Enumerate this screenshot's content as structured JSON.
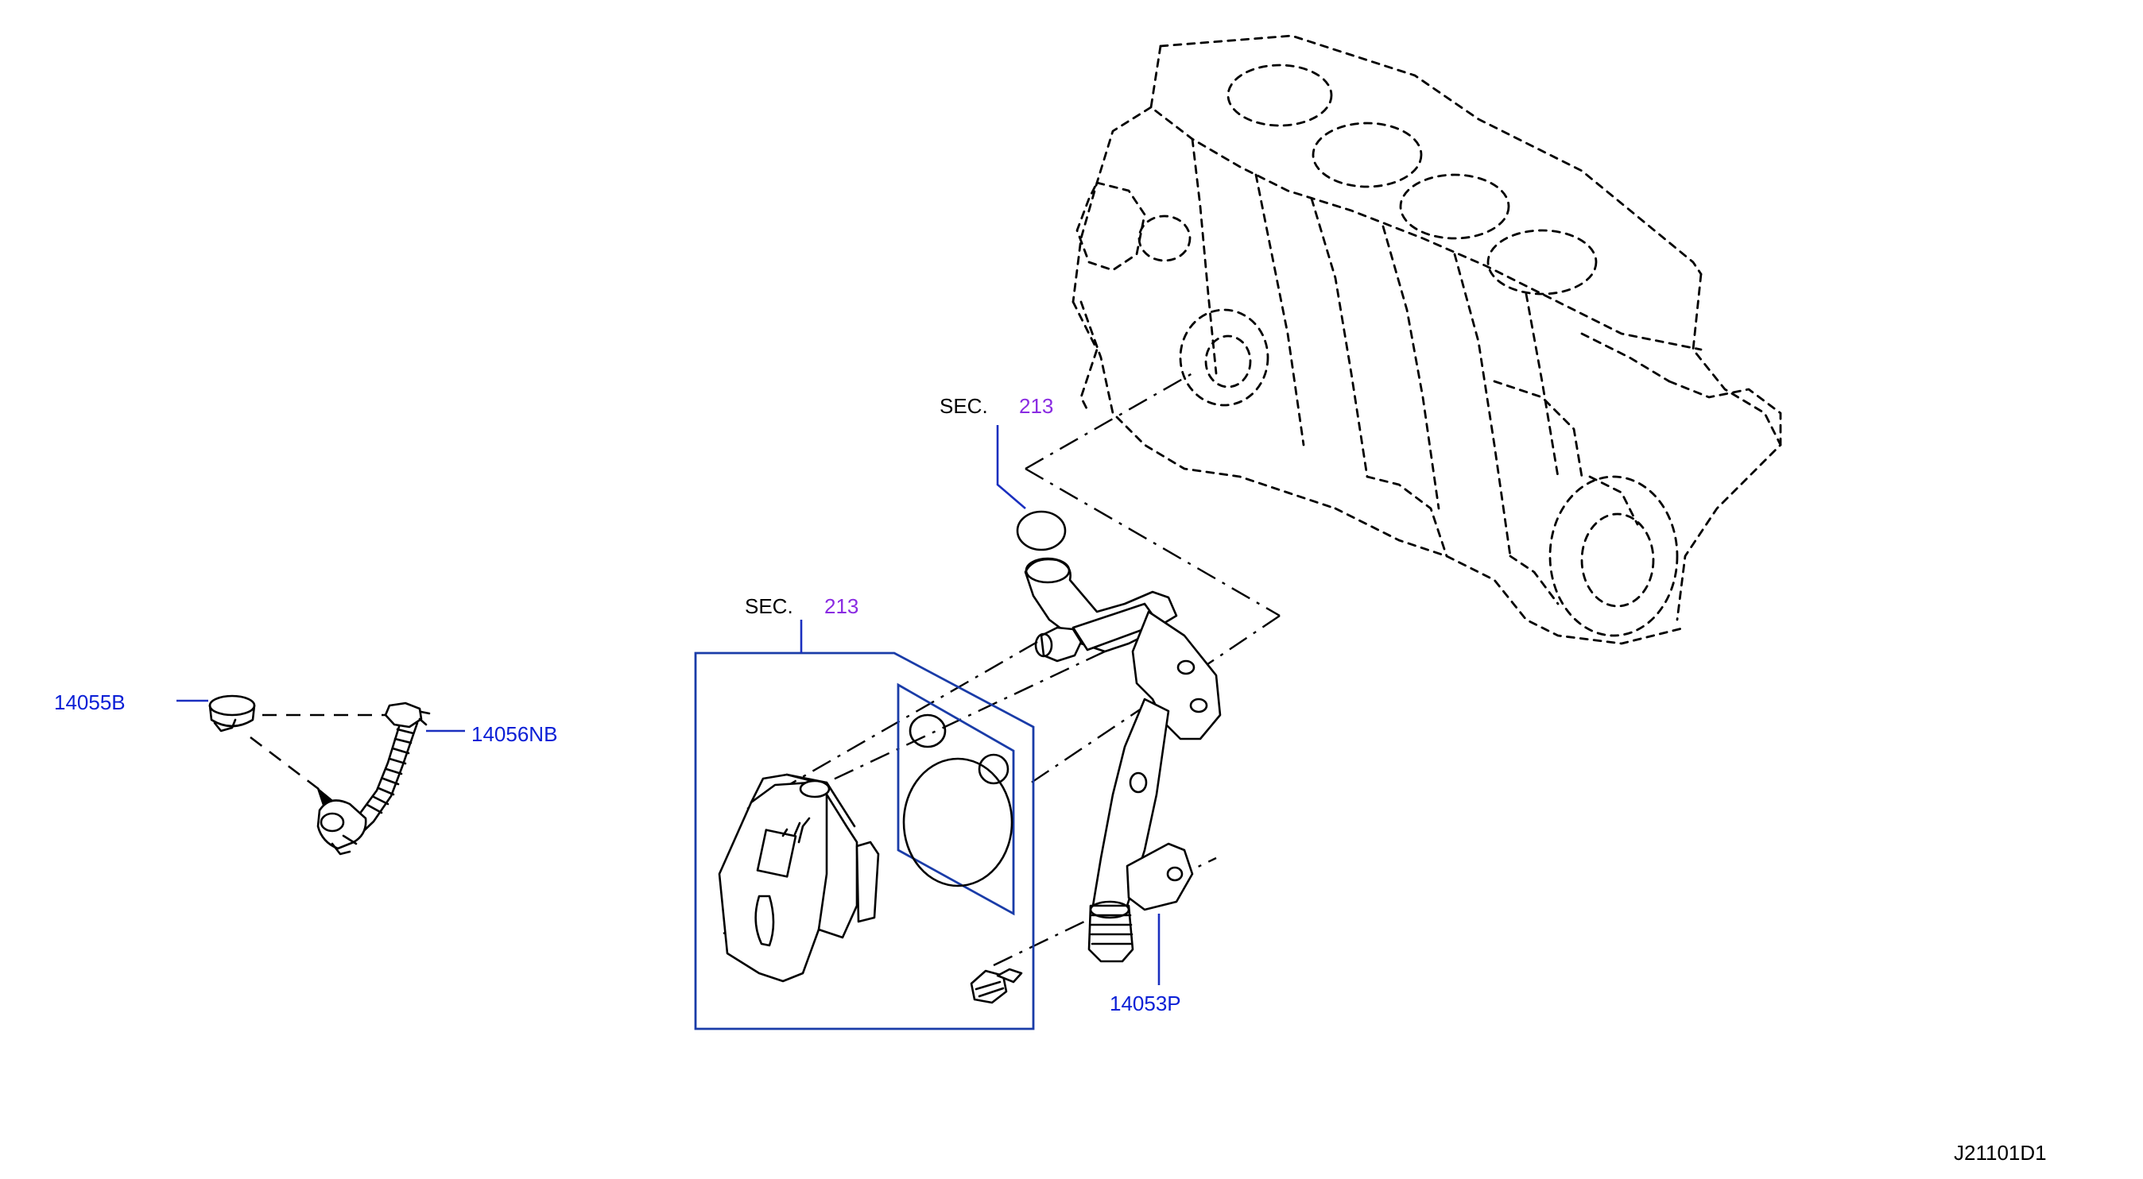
{
  "diagram": {
    "sheet_code": "J21101D1",
    "section_refs": [
      {
        "prefix": "SEC.",
        "number": "213"
      },
      {
        "prefix": "SEC.",
        "number": "213"
      }
    ],
    "part_labels": {
      "clamp": "14055B",
      "hose": "14056NB",
      "oil_cooler_pipe": "14053P"
    },
    "colors": {
      "part_number_text": "#0a1fd6",
      "section_number_text": "#8a2be2",
      "leader_lines": "#1a2fbf",
      "line_art": "#000000"
    }
  }
}
